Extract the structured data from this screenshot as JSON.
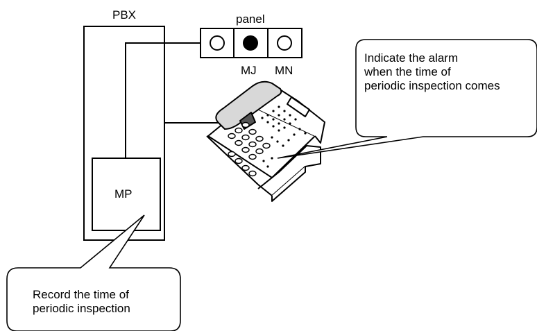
{
  "pbx": {
    "label": "PBX",
    "processor_label": "MP"
  },
  "panel": {
    "label": "panel",
    "lamps": [
      {
        "lit": false
      },
      {
        "lit": true,
        "label": "MJ"
      },
      {
        "lit": false,
        "label": "MN"
      }
    ]
  },
  "callouts": {
    "terminal": {
      "lines": [
        "Indicate the alarm",
        "when the time of",
        "periodic inspection comes"
      ]
    },
    "processor": {
      "lines": [
        "Record the time of",
        "periodic inspection"
      ]
    }
  }
}
